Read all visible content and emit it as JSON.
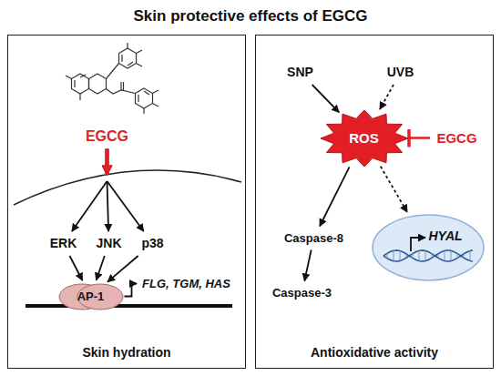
{
  "diagram": {
    "title": "Skin protective effects of EGCG",
    "nodes": [
      {
        "text": [
          "Skin hydration"
        ]
      },
      {
        "text": [
          "EGCG"
        ],
        "in": 0
      },
      {
        "text": [
          "ERK"
        ],
        "in": 0
      },
      {
        "text": [
          "JNK"
        ],
        "in": 0
      },
      {
        "text": [
          "p38"
        ],
        "in": 0
      },
      {
        "text": [
          "AP-1"
        ],
        "in": 0
      },
      {
        "text": [
          "FLG, TGM, HAS"
        ],
        "in": 0
      },
      {
        "text": [
          "Antioxidative activity"
        ]
      },
      {
        "text": [
          "SNP"
        ],
        "in": 7
      },
      {
        "text": [
          "UVB"
        ],
        "in": 7
      },
      {
        "text": [
          "ROS"
        ],
        "in": 7
      },
      {
        "text": [
          "EGCG"
        ],
        "in": 7
      },
      {
        "text": [
          "Caspase-8"
        ],
        "in": 7
      },
      {
        "text": [
          "Caspase-3"
        ],
        "in": 7
      },
      {
        "text": [
          "HYAL"
        ],
        "in": 7
      }
    ],
    "edges": [
      {
        "from": 1,
        "to": 2,
        "arrow": "to"
      },
      {
        "from": 1,
        "to": 3,
        "arrow": "to"
      },
      {
        "from": 1,
        "to": 4,
        "arrow": "to"
      },
      {
        "from": 2,
        "to": 5,
        "arrow": "to"
      },
      {
        "from": 3,
        "to": 5,
        "arrow": "to"
      },
      {
        "from": 4,
        "to": 5,
        "arrow": "to"
      },
      {
        "from": 5,
        "to": 6,
        "arrow": "to"
      },
      {
        "from": 8,
        "to": 10,
        "arrow": "to"
      },
      {
        "from": 9,
        "to": 10,
        "arrow": "to"
      },
      {
        "from": 11,
        "to": 10,
        "arrow": "to"
      },
      {
        "from": 10,
        "to": 12,
        "arrow": "to"
      },
      {
        "from": 10,
        "to": 14,
        "arrow": "to"
      },
      {
        "from": 12,
        "to": 13,
        "arrow": "to"
      }
    ]
  }
}
